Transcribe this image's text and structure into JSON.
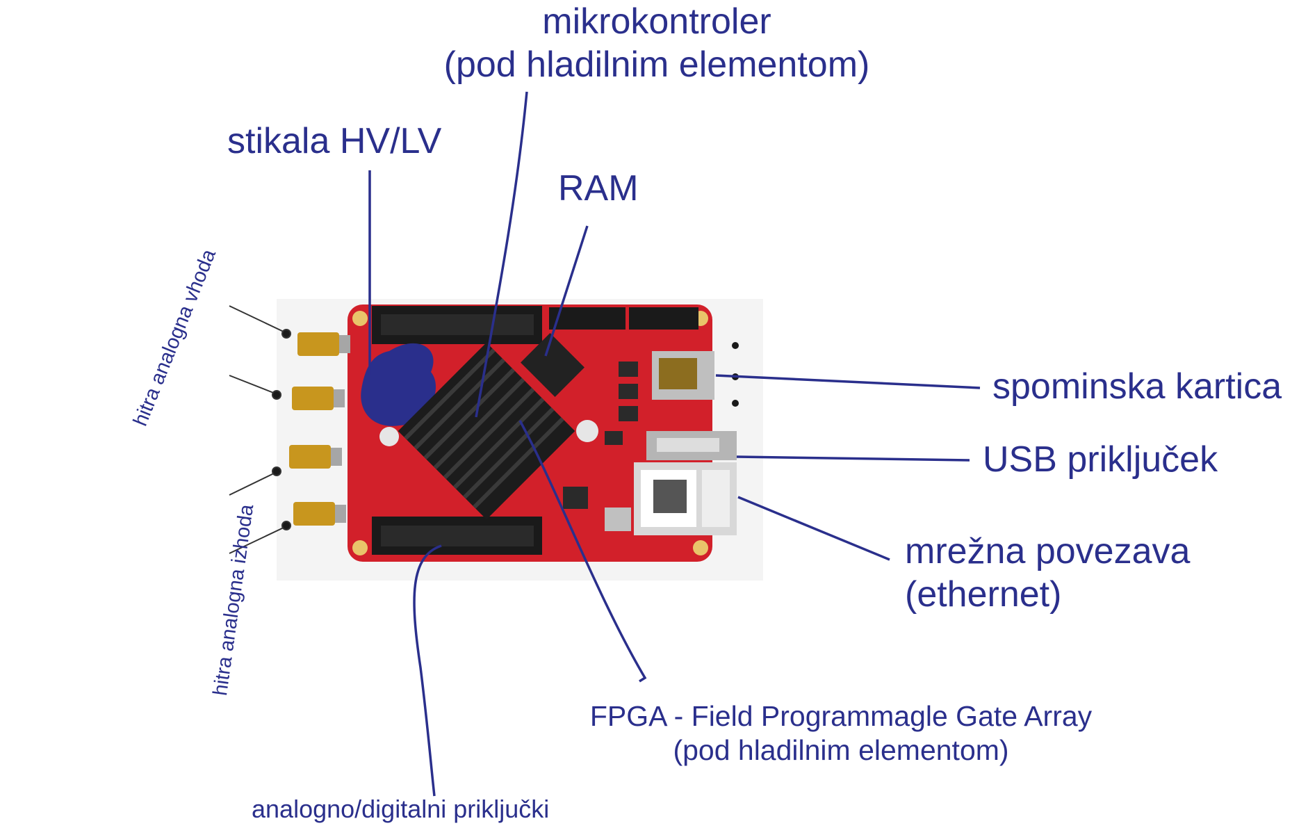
{
  "labels": {
    "mcu_line1": "mikrokontroler",
    "mcu_line2": "(pod hladilnim elementom)",
    "switches": "stikala HV/LV",
    "ram": "RAM",
    "memcard": "spominska kartica",
    "usb": "USB priključek",
    "net_line1": "mrežna povezava",
    "net_line2": "(ethernet)",
    "fpga_line1": "FPGA - Field Programmagle Gate Array",
    "fpga_line2": "(pod hladilnim elementom)",
    "io": "analogno/digitalni priključki",
    "analog_in": "hitra analogna vhoda",
    "analog_out": "hitra analogna izhoda"
  },
  "colors": {
    "label": "#2a2f8c",
    "board": "#d2202a",
    "heatsink": "#1c1c1c",
    "sma": "#c8961e"
  }
}
